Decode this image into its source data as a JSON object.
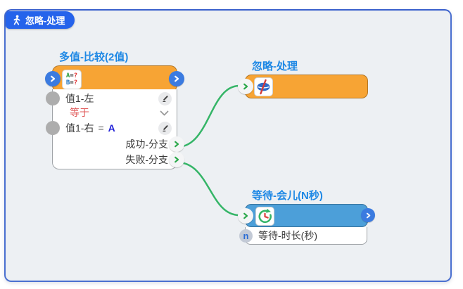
{
  "badge": {
    "label": "忽略-处理",
    "icon": "walking-person"
  },
  "nodes": {
    "compare": {
      "title": "多值-比较(2值)",
      "icon": {
        "a": "A",
        "b": "B",
        "eq": "=",
        "q": "?"
      },
      "row_left": "值1-左",
      "operator": "等于",
      "row_right": "值1-右",
      "eq_sign": "=",
      "right_value": "A",
      "branch_success": "成功-分支",
      "branch_fail": "失败-分支"
    },
    "ignore": {
      "title": "忽略-处理"
    },
    "wait": {
      "title": "等待-会儿(N秒)",
      "param_badge": "n",
      "param_label": "等待-时长(秒)"
    }
  },
  "colors": {
    "badge_blue": "#2563eb",
    "canvas_border_blue": "#4a6fd0",
    "node_header_orange": "#f7a434",
    "node_header_blue": "#4c9fd9",
    "node_title_blue": "#1e88e5",
    "edge_green": "#35b567",
    "port_blue": "#3b7be0",
    "operator_red": "#e05a5a"
  }
}
